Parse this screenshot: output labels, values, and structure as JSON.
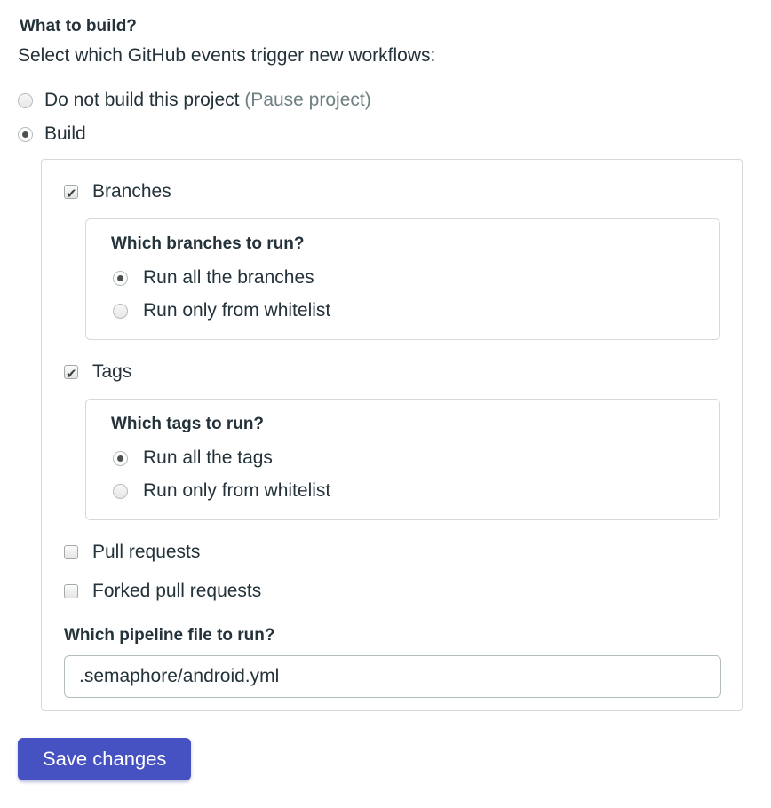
{
  "page": {
    "title": "What to build?",
    "subtitle": "Select which GitHub events trigger new workflows:"
  },
  "build_mode": {
    "pause_option": {
      "label": "Do not build this project",
      "link": "(Pause project)",
      "selected": false
    },
    "build_option": {
      "label": "Build",
      "selected": true
    }
  },
  "build_settings": {
    "branches": {
      "label": "Branches",
      "checked": true,
      "question": "Which branches to run?",
      "options": [
        {
          "label": "Run all the branches",
          "selected": true
        },
        {
          "label": "Run only from whitelist",
          "selected": false
        }
      ]
    },
    "tags": {
      "label": "Tags",
      "checked": true,
      "question": "Which tags to run?",
      "options": [
        {
          "label": "Run all the tags",
          "selected": true
        },
        {
          "label": "Run only from whitelist",
          "selected": false
        }
      ]
    },
    "pull_requests": {
      "label": "Pull requests",
      "checked": false
    },
    "forked_pull_requests": {
      "label": "Forked pull requests",
      "checked": false
    },
    "pipeline_file": {
      "question": "Which pipeline file to run?",
      "value": ".semaphore/android.yml"
    }
  },
  "actions": {
    "save_label": "Save changes"
  },
  "colors": {
    "accent": "#4652c1",
    "text": "#24323a",
    "muted_link": "#6e8083",
    "border": "#d4dada"
  }
}
